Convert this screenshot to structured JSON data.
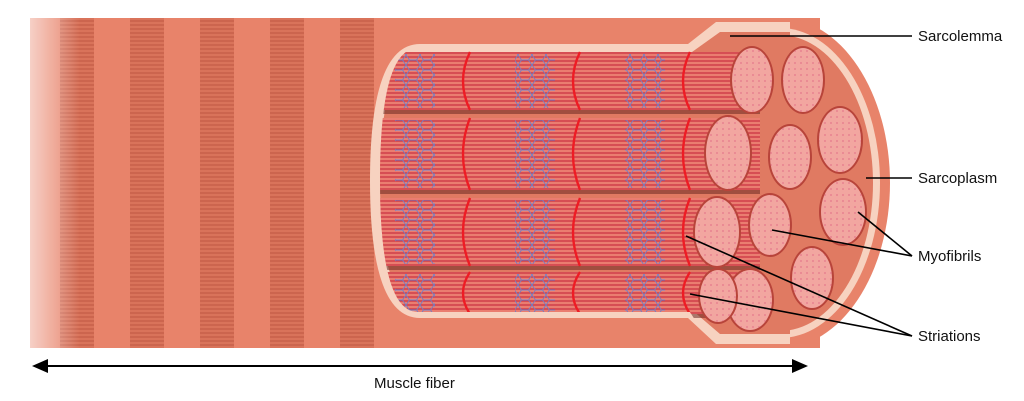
{
  "labels": {
    "sarcolemma": "Sarcolemma",
    "sarcoplasm": "Sarcoplasm",
    "myofibrils": "Myofibrils",
    "striations": "Striations",
    "muscle_fiber": "Muscle fiber"
  },
  "colors": {
    "fiber_body": "#e8836a",
    "fiber_band": "#d9735a",
    "stripe": "#b8503c",
    "sarcolemma_rim": "#f7d2c0",
    "cavity": "#e07a62",
    "myofibril": "#e56a5c",
    "myofibril_line": "#c8324a",
    "z_disc": "#ee1c24",
    "filament_mesh": "#7080c8",
    "end_face": "#f2a6a0",
    "end_face_dot": "#e4788a",
    "leader_line": "#000000"
  },
  "myofibril_count": 4
}
